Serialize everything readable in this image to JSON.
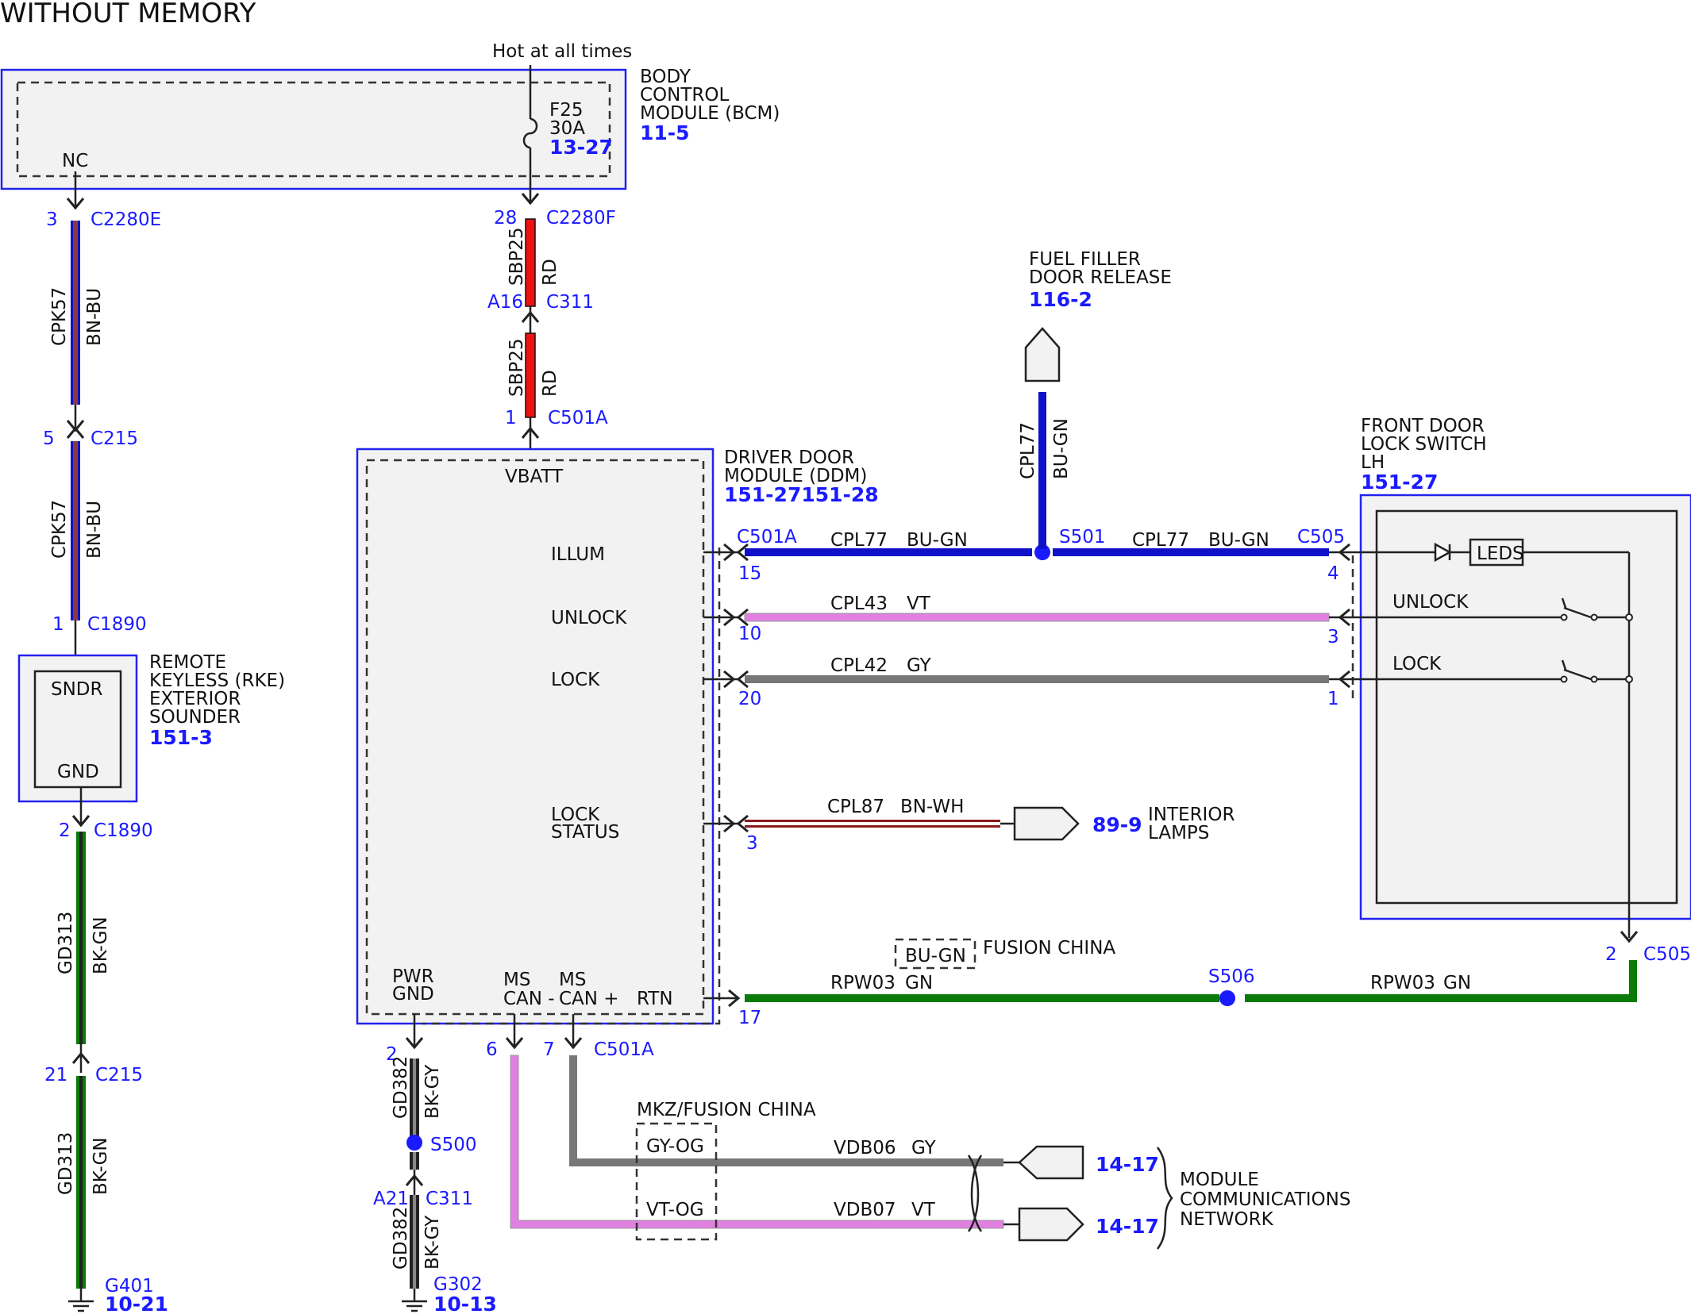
{
  "diagram": {
    "title": "WITHOUT MEMORY",
    "hot_label": "Hot at all times",
    "bcm": {
      "line1": "BODY",
      "line2": "CONTROL",
      "line3": "MODULE (BCM)",
      "ref": "11-5",
      "nc": "NC",
      "fuse_name": "F25",
      "fuse_rating": "30A",
      "fuse_ref": "13-27"
    },
    "rke": {
      "line1": "REMOTE",
      "line2": "KEYLESS (RKE)",
      "line3": "EXTERIOR",
      "line4": "SOUNDER",
      "ref": "151-3",
      "pin_sndr": "SNDR",
      "pin_gnd": "GND"
    },
    "ddm": {
      "line1": "DRIVER DOOR",
      "line2": "MODULE (DDM)",
      "ref": "151-27151-28",
      "vbatt": "VBATT",
      "illum": "ILLUM",
      "unlock": "UNLOCK",
      "lock": "LOCK",
      "lock_status_1": "LOCK",
      "lock_status_2": "STATUS",
      "pwr_1": "PWR",
      "pwr_2": "GND",
      "ms1_1": "MS",
      "ms1_2": "CAN -",
      "ms2_1": "MS",
      "ms2_2": "CAN +",
      "rtn": "RTN"
    },
    "fuel": {
      "line1": "FUEL FILLER",
      "line2": "DOOR RELEASE",
      "ref": "116-2"
    },
    "door_switch": {
      "line1": "FRONT DOOR",
      "line2": "LOCK SWITCH",
      "line3": "LH",
      "ref": "151-27",
      "leds": "LEDS",
      "unlock": "UNLOCK",
      "lock": "LOCK"
    },
    "interior": {
      "line1": "INTERIOR",
      "line2": "LAMPS",
      "ref": "89-9"
    },
    "network": {
      "line1": "MODULE",
      "line2": "COMMUNICATIONS",
      "line3": "NETWORK",
      "ref1": "14-17",
      "ref2": "14-17"
    },
    "fusion_china": "FUSION CHINA",
    "fusion_china_color": "BU-GN",
    "mkz_fusion_china": "MKZ/FUSION CHINA",
    "mkz_color1": "GY-OG",
    "mkz_color2": "VT-OG",
    "connectors": {
      "c2280e": "C2280E",
      "pin_c2280e": "3",
      "c215a": "C215",
      "pin_c215a": "5",
      "c1890a": "C1890",
      "pin_c1890a": "1",
      "c1890b": "C1890",
      "pin_c1890b": "2",
      "c215b": "C215",
      "pin_c215b": "21",
      "c2280f": "C2280F",
      "pin_c2280f": "28",
      "c311a": "C311",
      "pin_c311a": "A16",
      "c501a_top": "C501A",
      "pin_c501a_top": "1",
      "c501a_right": "C501A",
      "pin_15": "15",
      "pin_10": "10",
      "pin_20": "20",
      "pin_3": "3",
      "pin_17": "17",
      "c505": "C505",
      "pin_c505_4": "4",
      "pin_c505_3": "3",
      "pin_c505_1": "1",
      "c505_b": "C505",
      "pin_c505_2": "2",
      "c501a_bottom": "C501A",
      "pin_6": "6",
      "pin_7": "7",
      "pin_2": "2",
      "c311b": "C311",
      "pin_c311b": "A21"
    },
    "splices": {
      "s501": "S501",
      "s506": "S506",
      "s500": "S500"
    },
    "grounds": {
      "g401": "G401",
      "g401_ref": "10-21",
      "g302": "G302",
      "g302_ref": "10-13"
    },
    "wires": {
      "cpk57": "CPK57",
      "bn_bu": "BN-BU",
      "gd313": "GD313",
      "bk_gn": "BK-GN",
      "sbp25": "SBP25",
      "rd": "RD",
      "cpl77": "CPL77",
      "bu_gn": "BU-GN",
      "cpl43": "CPL43",
      "vt": "VT",
      "cpl42": "CPL42",
      "gy": "GY",
      "cpl87": "CPL87",
      "bn_wh": "BN-WH",
      "rpw03": "RPW03",
      "gn": "GN",
      "gd382": "GD382",
      "bk_gy": "BK-GY",
      "vdb06": "VDB06",
      "vdb07": "VDB07"
    },
    "colors": {
      "connector_blue": "#1a1aff",
      "blue_wire": "#1010c8",
      "red_wire": "#ee1111",
      "green_wire": "#0a7a0a",
      "violet_wire": "#e080e0",
      "gray_wire": "#777777"
    }
  }
}
